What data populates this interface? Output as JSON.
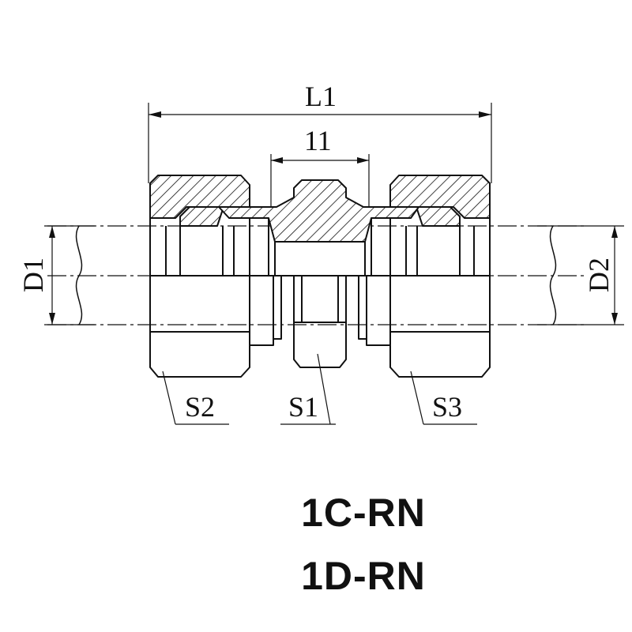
{
  "dimensions": {
    "overall_length": "L1",
    "body_length": "11",
    "diameter_left": "D1",
    "diameter_right": "D2",
    "wrench_body": "S1",
    "wrench_nut_left": "S2",
    "wrench_nut_right": "S3"
  },
  "part_codes": [
    "1C-RN",
    "1D-RN"
  ]
}
